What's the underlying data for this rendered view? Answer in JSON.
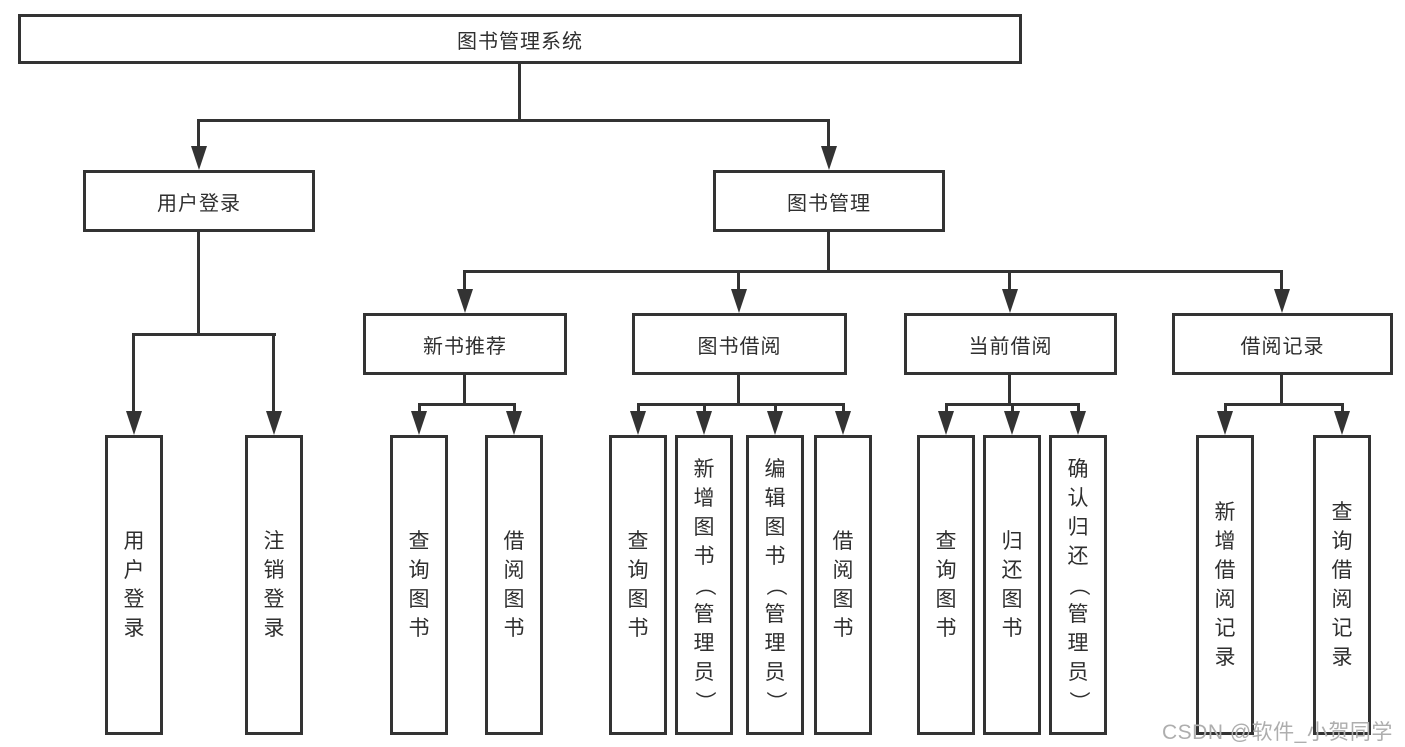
{
  "diagram": {
    "root": {
      "label": "图书管理系统"
    },
    "branches": [
      {
        "label": "用户登录",
        "children": [
          {
            "label": "用户登录"
          },
          {
            "label": "注销登录"
          }
        ]
      },
      {
        "label": "图书管理",
        "groups": [
          {
            "label": "新书推荐",
            "children": [
              {
                "label": "查询图书"
              },
              {
                "label": "借阅图书"
              }
            ]
          },
          {
            "label": "图书借阅",
            "children": [
              {
                "label": "查询图书"
              },
              {
                "label": "新增图书（管理员）"
              },
              {
                "label": "编辑图书（管理员）"
              },
              {
                "label": "借阅图书"
              }
            ]
          },
          {
            "label": "当前借阅",
            "children": [
              {
                "label": "查询图书"
              },
              {
                "label": "归还图书"
              },
              {
                "label": "确认归还（管理员）"
              }
            ]
          },
          {
            "label": "借阅记录",
            "children": [
              {
                "label": "新增借阅记录"
              },
              {
                "label": "查询借阅记录"
              }
            ]
          }
        ]
      }
    ]
  },
  "watermark": {
    "text": "CSDN @软件_小贺同学"
  },
  "colors": {
    "line": "#333333",
    "box_background": "#ffffff",
    "text": "#2f2f2f",
    "watermark": "#aeaeae"
  }
}
